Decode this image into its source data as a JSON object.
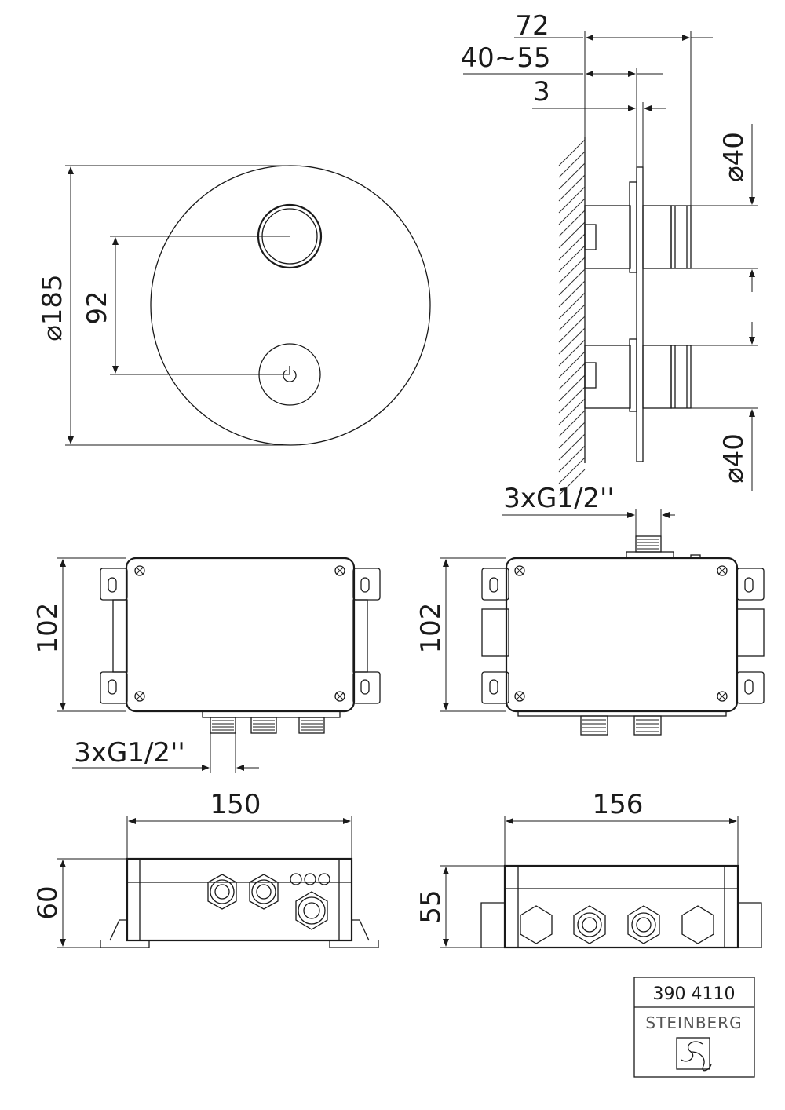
{
  "dimensions": {
    "front_diameter": "⌀185",
    "front_spacing": "92",
    "side_depth": "72",
    "side_adjust": "40~55",
    "side_plate": "3",
    "knob_top_diameter": "⌀40",
    "knob_bottom_diameter": "⌀40",
    "box_left_height": "102",
    "box_right_height": "102",
    "box_left_thread": "3xG1/2''",
    "box_right_thread": "3xG1/2''",
    "bottom_left_width": "150",
    "bottom_left_height": "60",
    "bottom_right_width": "156",
    "bottom_right_height": "55"
  },
  "title_block": {
    "article_number": "390 4110",
    "brand": "STEINBERG"
  }
}
